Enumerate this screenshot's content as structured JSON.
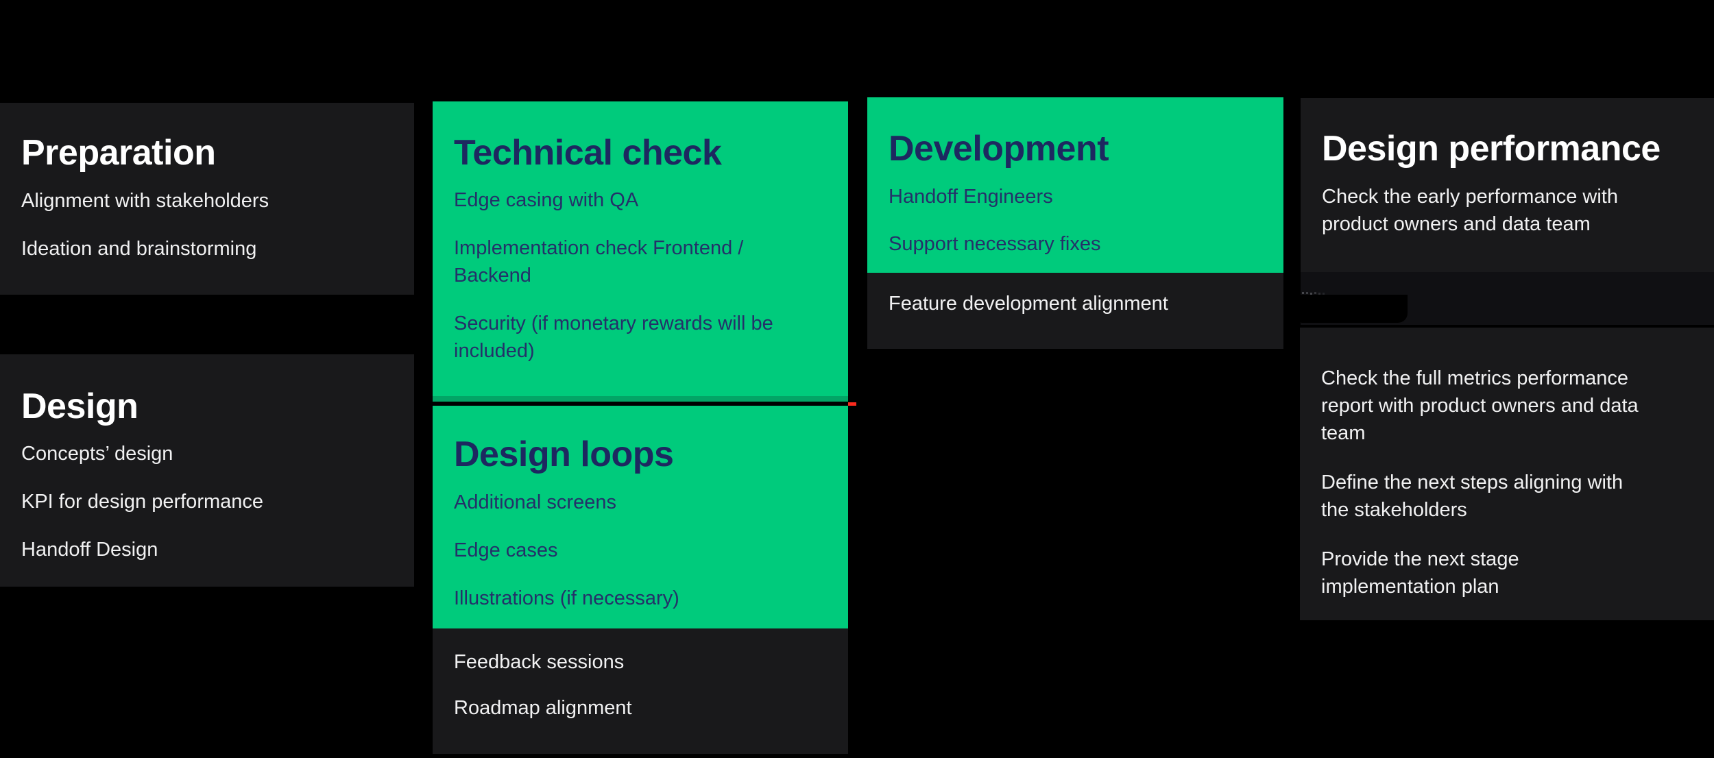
{
  "canvas": {
    "background": "#000000",
    "colors": {
      "card_dark": "#19191B",
      "card_green": "#00CB7C",
      "green_strip": "#02A566",
      "navy_title": "#1D2860",
      "navy_text": "#243169",
      "white_title": "#FFFFFF",
      "white_text": "#F1F1F2",
      "gap_band": "#101013",
      "red_marker": "#FB2B1E",
      "redacted_label": "#000000"
    }
  },
  "cards": {
    "preparation": {
      "title": "Preparation",
      "items": [
        "Alignment with stakeholders",
        "Ideation and brainstorming"
      ]
    },
    "design": {
      "title": "Design",
      "items": [
        "Concepts’ design",
        "KPI for design performance",
        "Handoff Design"
      ]
    },
    "technical_check": {
      "title": "Technical check",
      "items": [
        "Edge casing with QA",
        "Implementation check Frontend / Backend",
        "Security (if monetary rewards will be included)"
      ]
    },
    "design_loops": {
      "title": "Design loops",
      "green_items": [
        "Additional screens",
        "Edge cases",
        "Illustrations (if necessary)"
      ],
      "dark_items": [
        "Feedback sessions",
        "Roadmap alignment"
      ]
    },
    "development": {
      "title": "Development",
      "green_items": [
        "Handoff Engineers",
        "Support necessary fixes"
      ],
      "dark_items": [
        "Feature development alignment"
      ]
    },
    "design_performance": {
      "title": "Design performance",
      "summary": "Check the early performance with product owners and data team",
      "details": [
        "Check the full metrics performance report with product owners and data team",
        "Define the next steps aligning with the stakeholders",
        "Provide the next stage implementation plan"
      ]
    }
  }
}
